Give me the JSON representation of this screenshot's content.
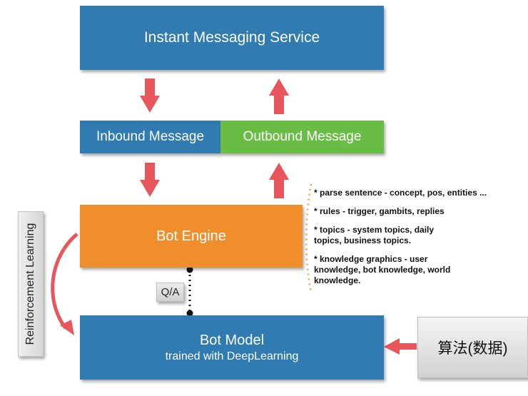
{
  "boxes": {
    "im_service": "Instant Messaging Service",
    "inbound": "Inbound Message",
    "outbound": "Outbound Message",
    "bot_engine": "Bot Engine",
    "bot_model_title": "Bot Model",
    "bot_model_subtitle": "trained with DeepLearning",
    "algorithm": "算法(数据)"
  },
  "labels": {
    "reinforcement": "Reinforcement Learning",
    "qa": "Q/A"
  },
  "notes": [
    "* parse sentence - concept, pos, entities ...",
    "* rules - trigger, gambits, replies",
    "* topics - system topics, daily topics, business topics.",
    "* knowledge graphics - user knowledge, bot knowledge, world knowledge."
  ],
  "colors": {
    "blue_box": "#2f7bb2",
    "green_box": "#69bd45",
    "orange_box": "#f08e2c",
    "arrow_red": "#e8555a",
    "dotted_orange": "#f0a050"
  }
}
